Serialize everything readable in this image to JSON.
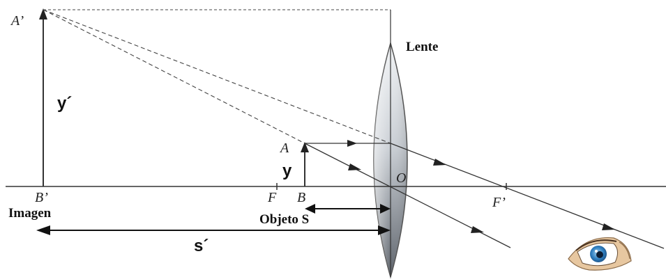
{
  "labels": {
    "image_top": "A’",
    "image_base": "B’",
    "image_height": "y´",
    "object_top": "A",
    "object_base": "B",
    "object_height": "y",
    "focal_left": "F",
    "focal_right": "F’",
    "optical_center": "O",
    "lens": "Lente",
    "image_name": "Imagen",
    "object_distance": "Objeto S",
    "image_distance": "s´"
  },
  "colors": {
    "lines": "#333333",
    "lens_light": "#eef0f3",
    "lens_dark": "#6d737b"
  },
  "icons": {
    "observer": "eye-icon"
  }
}
